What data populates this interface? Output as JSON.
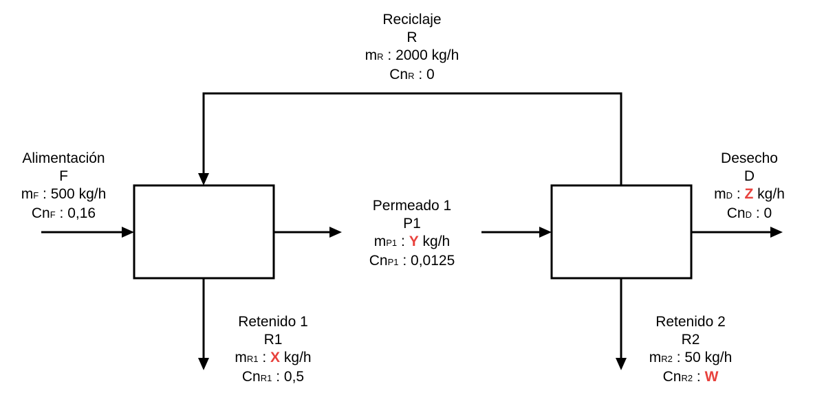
{
  "streams": {
    "reciclaje": {
      "title": "Reciclaje",
      "symbol": "R",
      "m_prefix": "m",
      "m_sub": "R",
      "m_value": "2000",
      "cn_prefix": "Cn",
      "cn_sub": "R",
      "cn_value": "0"
    },
    "alimentacion": {
      "title": "Alimentación",
      "symbol": "F",
      "m_prefix": "m",
      "m_sub": "F",
      "m_value": "500",
      "cn_prefix": "Cn",
      "cn_sub": "F",
      "cn_value": "0,16"
    },
    "permeado1": {
      "title": "Permeado 1",
      "symbol": "P1",
      "m_prefix": "m",
      "m_sub": "P1",
      "m_value": "Y",
      "cn_prefix": "Cn",
      "cn_sub": "P1",
      "cn_value": "0,0125"
    },
    "desecho": {
      "title": "Desecho",
      "symbol": "D",
      "m_prefix": "m",
      "m_sub": "D",
      "m_value": "Z",
      "cn_prefix": "Cn",
      "cn_sub": "D",
      "cn_value": "0"
    },
    "retenido1": {
      "title": "Retenido 1",
      "symbol": "R1",
      "m_prefix": "m",
      "m_sub": "R1",
      "m_value": "X",
      "cn_prefix": "Cn",
      "cn_sub": "R1",
      "cn_value": "0,5"
    },
    "retenido2": {
      "title": "Retenido 2",
      "symbol": "R2",
      "m_prefix": "m",
      "m_sub": "R2",
      "m_value": "50",
      "cn_prefix": "Cn",
      "cn_sub": "R2",
      "cn_value": "W"
    }
  },
  "sep": " : ",
  "unit": " kg/h",
  "colors": {
    "line": "#000000",
    "unknown": "#e8413c"
  }
}
